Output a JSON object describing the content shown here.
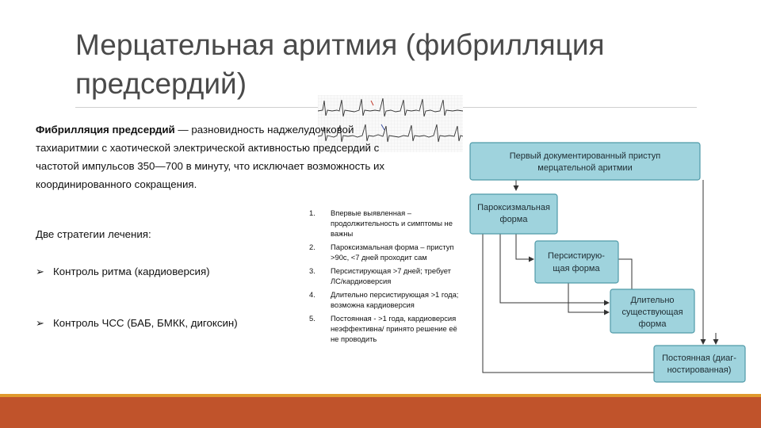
{
  "title": "Мерцательная аритмия (фибрилляция предсердий)",
  "definition": {
    "term": "Фибрилляция предсердий",
    "text": " — разновидность наджелудочковой тахиаритмии с хаотической электрической активностью предсердий с частотой импульсов 350—700 в минуту, что исключает возможность их координированного сокращения."
  },
  "strategies": {
    "title": "Две стратегии лечения:",
    "items": [
      "Контроль ритма (кардиоверсия)",
      "Контроль ЧСС (БАБ, БМКК, дигоксин)"
    ]
  },
  "forms_list": [
    {
      "num": "1.",
      "text": "Впервые выявленная – продолжительность и симптомы не важны"
    },
    {
      "num": "2.",
      "text": "Пароксизмальная форма – приступ >90с, <7 дней проходит сам"
    },
    {
      "num": "3.",
      "text": "Персистирующая >7 дней; требует ЛС/кардиоверсия"
    },
    {
      "num": "4.",
      "text": "Длительно персистирующая >1 года; возможна кардиоверсия"
    },
    {
      "num": "5.",
      "text": "Постоянная - >1 года, кардиоверсия неэффективна/ принято решение её не проводить"
    }
  ],
  "diagram": {
    "box1_line1": "Первый документированный приступ",
    "box1_line2": "мерцательной аритмии",
    "box2_line1": "Пароксизмальная",
    "box2_line2": "форма",
    "box3_line1": "Персистирую-",
    "box3_line2": "щая форма",
    "box4_line1": "Длительно",
    "box4_line2": "существующая",
    "box4_line3": "форма",
    "box5_line1": "Постоянная (диаг-",
    "box5_line2": "ностированная)"
  },
  "colors": {
    "box_fill": "#9fd3dd",
    "box_stroke": "#4f9aa8",
    "footer": "#c0532b",
    "footer_accent": "#e09a2d"
  }
}
